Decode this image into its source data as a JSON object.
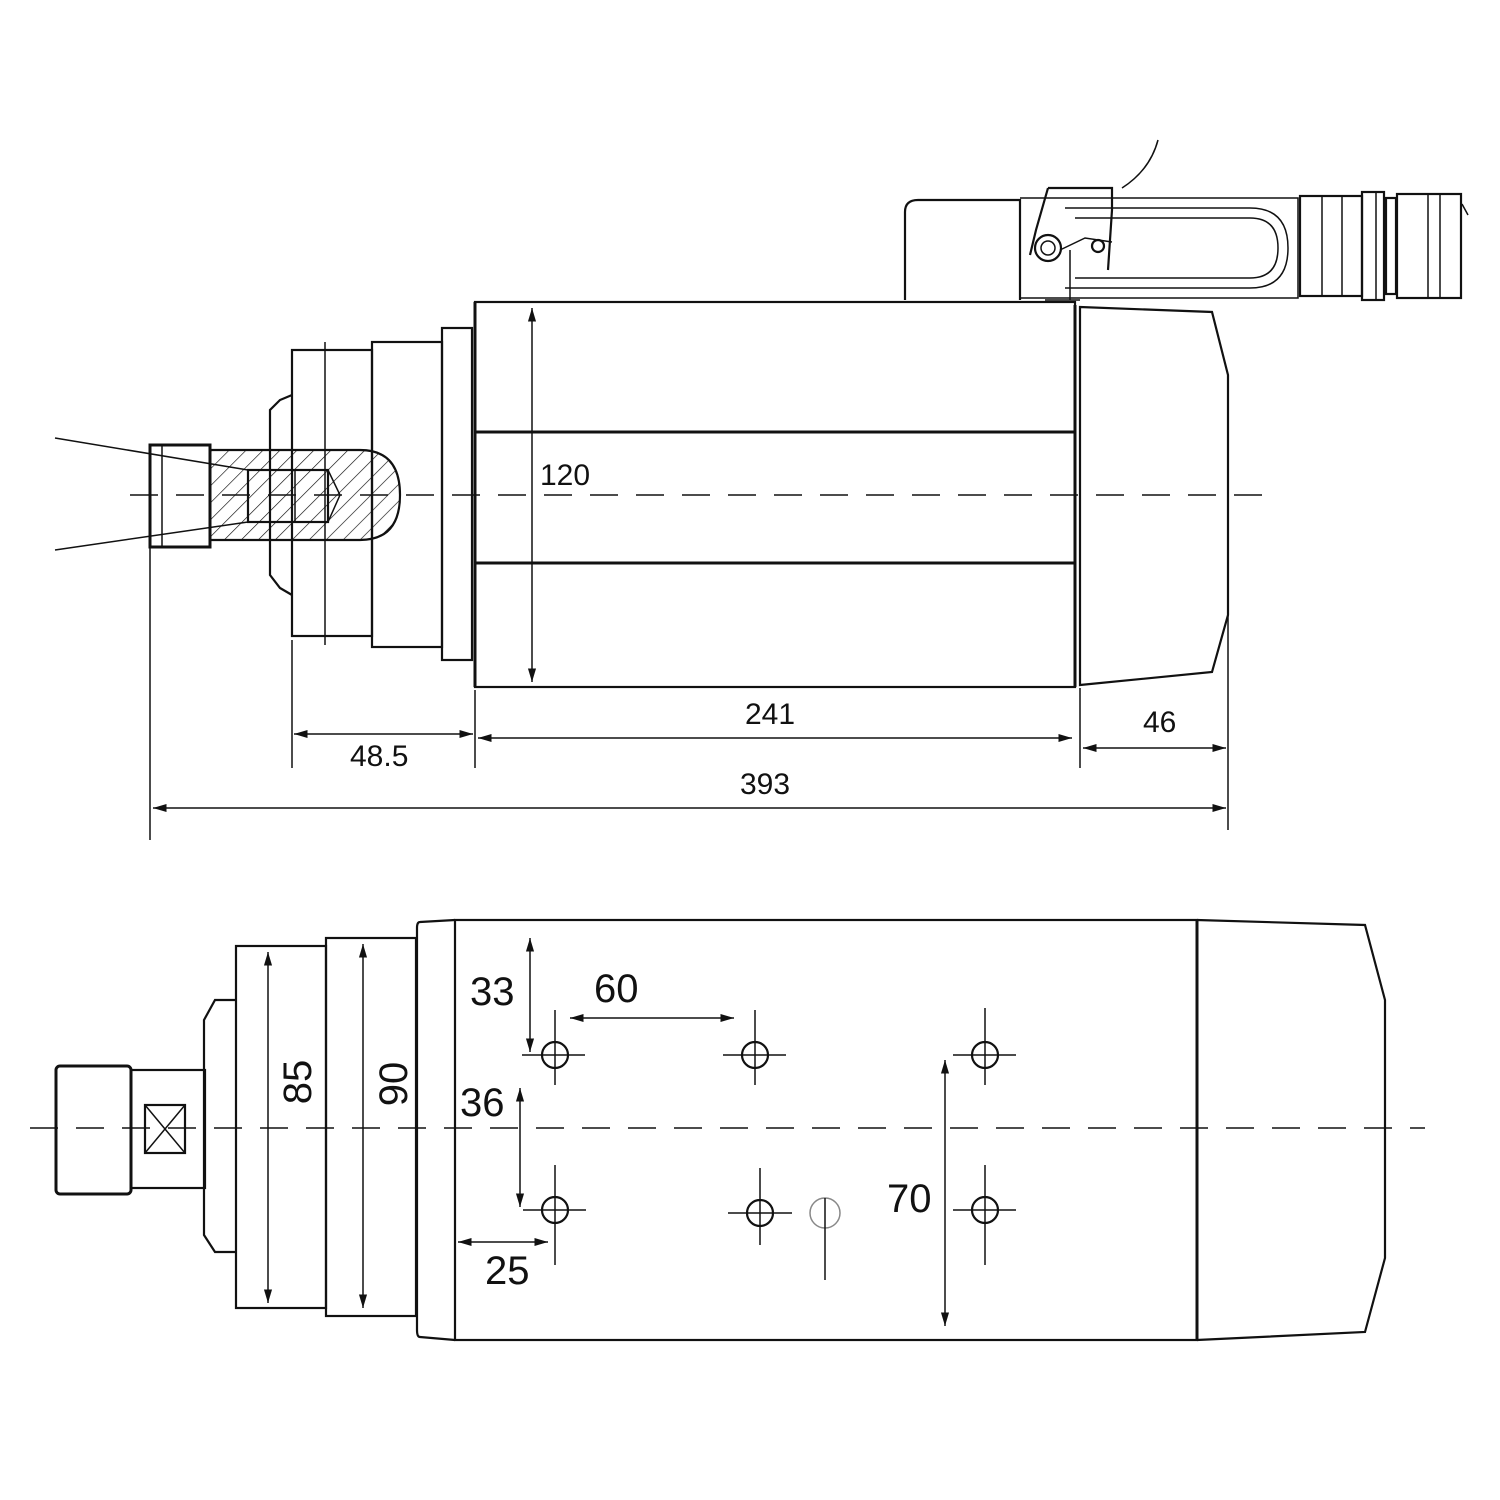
{
  "side_view": {
    "dims": {
      "diameter": "120",
      "nose_len": "48.5",
      "body_len": "241",
      "cap_len": "46",
      "total_len": "393"
    }
  },
  "plan_view": {
    "dims": {
      "dia_85": "85",
      "dia_90": "90",
      "off_33": "33",
      "pitch_60": "60",
      "off_36": "36",
      "off_25": "25",
      "span_70": "70"
    }
  }
}
